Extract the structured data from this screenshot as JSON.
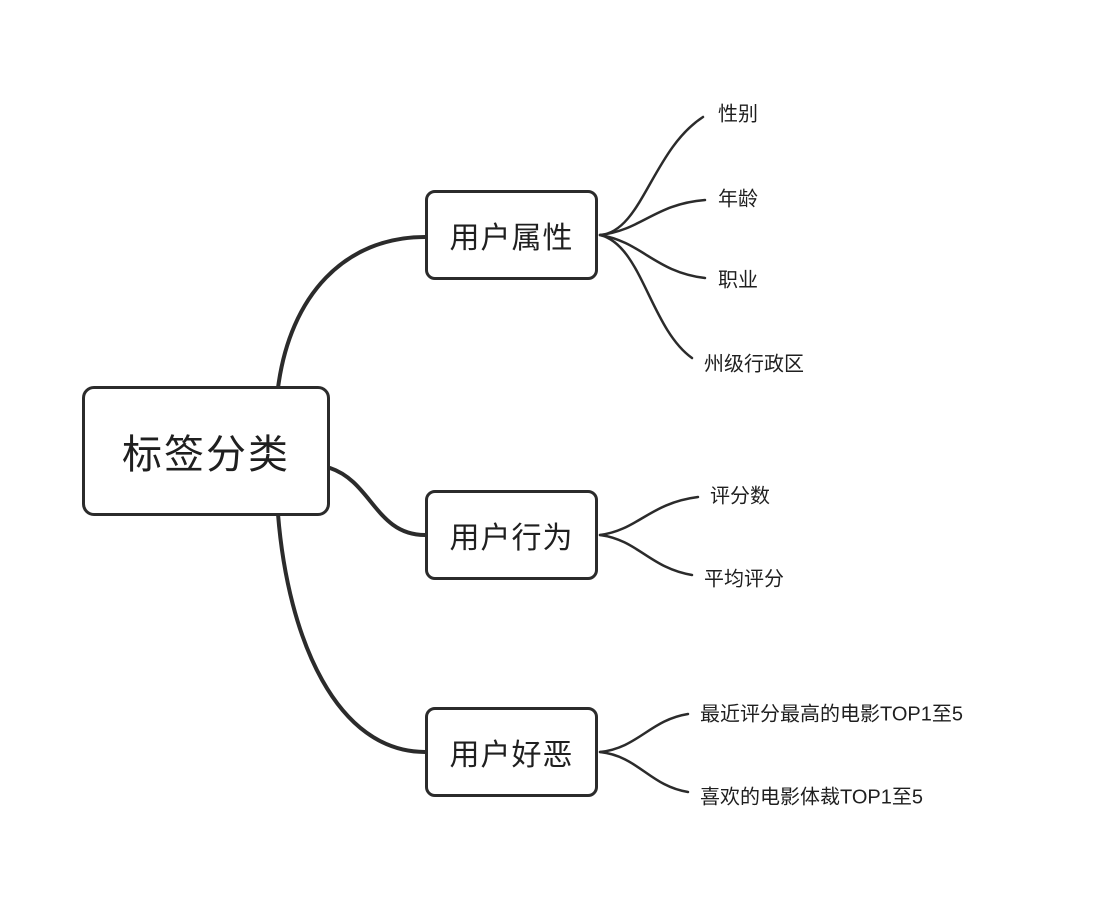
{
  "mindmap": {
    "root": {
      "label": "标签分类"
    },
    "branches": [
      {
        "label": "用户属性",
        "children": [
          {
            "label": "性别"
          },
          {
            "label": "年龄"
          },
          {
            "label": "职业"
          },
          {
            "label": "州级行政区"
          }
        ]
      },
      {
        "label": "用户行为",
        "children": [
          {
            "label": "评分数"
          },
          {
            "label": "平均评分"
          }
        ]
      },
      {
        "label": "用户好恶",
        "children": [
          {
            "label": "最近评分最高的电影TOP1至5"
          },
          {
            "label": "喜欢的电影体裁TOP1至5"
          }
        ]
      }
    ],
    "colors": {
      "line": "#2b2b2b",
      "node_border": "#2b2b2b",
      "text": "#1f1f1f",
      "background": "#ffffff"
    }
  }
}
